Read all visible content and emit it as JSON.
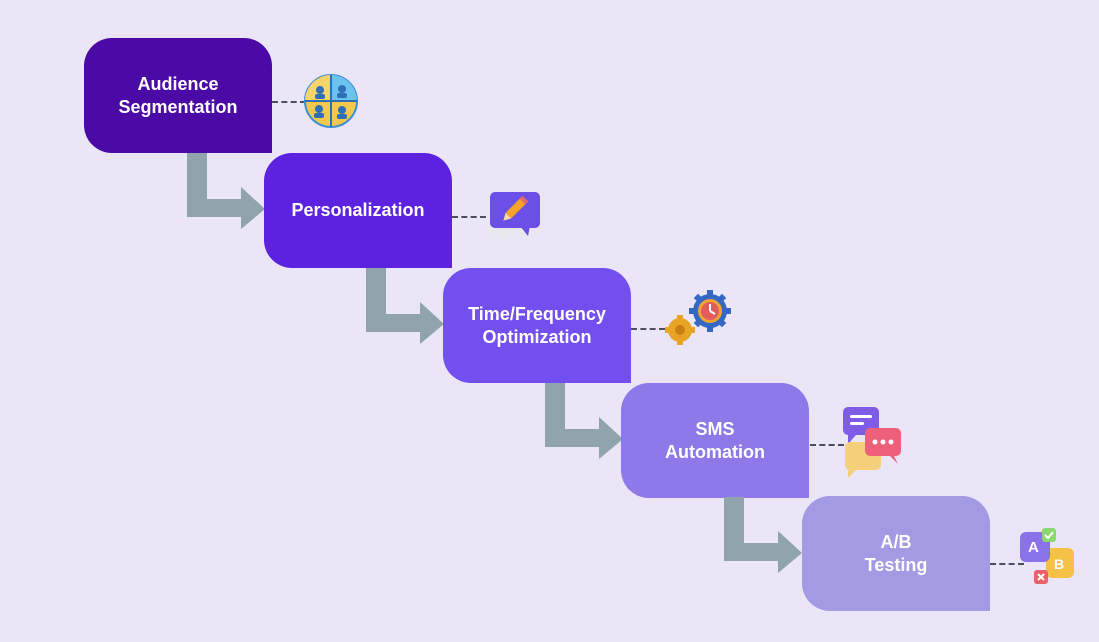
{
  "steps": [
    {
      "label": "Audience\nSegmentation",
      "color": "#4b0aa5",
      "icon": "audience-segmentation-icon"
    },
    {
      "label": "Personalization",
      "color": "#5c22e0",
      "icon": "pencil-chat-icon"
    },
    {
      "label": "Time/Frequency\nOptimization",
      "color": "#744ff0",
      "icon": "clock-gears-icon"
    },
    {
      "label": "SMS\nAutomation",
      "color": "#8d79e8",
      "icon": "chat-bubbles-icon"
    },
    {
      "label": "A/B\nTesting",
      "color": "#a29ae2",
      "icon": "ab-testing-icon"
    }
  ],
  "colors": {
    "background": "#ebe6f7",
    "arrow": "#8fa4ac",
    "connector": "#4d4d5c"
  }
}
